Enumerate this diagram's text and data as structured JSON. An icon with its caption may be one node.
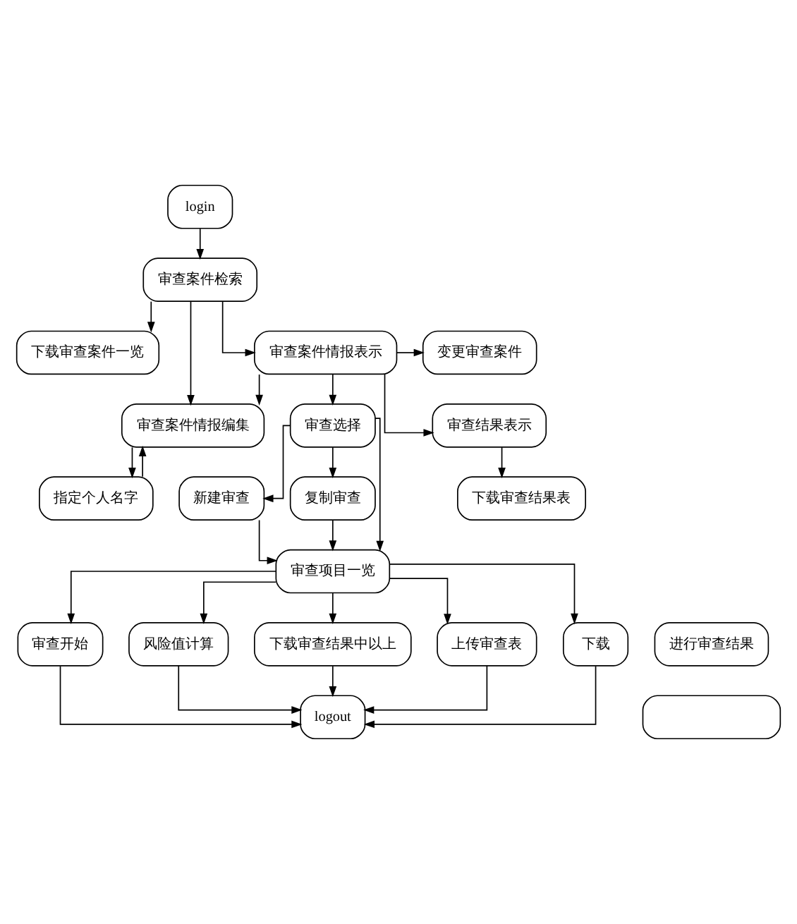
{
  "diagram": {
    "nodes": [
      {
        "text": [
          "login"
        ]
      },
      {
        "text": [
          "审查案件检索"
        ]
      },
      {
        "text": [
          "下载审查案件一览"
        ]
      },
      {
        "text": [
          "审查案件情报表示"
        ]
      },
      {
        "text": [
          "变更审查案件"
        ]
      },
      {
        "text": [
          "审查案件情报编集"
        ]
      },
      {
        "text": [
          "审查选择"
        ]
      },
      {
        "text": [
          "审查结果表示"
        ]
      },
      {
        "text": [
          "指定个人名字"
        ]
      },
      {
        "text": [
          "新建审查"
        ]
      },
      {
        "text": [
          "复制审查"
        ]
      },
      {
        "text": [
          "下载审查结果表"
        ]
      },
      {
        "text": [
          "审查项目一览"
        ]
      },
      {
        "text": [
          "审查开始"
        ]
      },
      {
        "text": [
          "风险值计算"
        ]
      },
      {
        "text": [
          "下载审查结果中以上"
        ]
      },
      {
        "text": [
          "上传审查表"
        ]
      },
      {
        "text": [
          "下载"
        ]
      },
      {
        "text": [
          "进行审查结果"
        ]
      },
      {
        "text": [
          "logout"
        ]
      },
      {
        "text": [],
        "shape": "box"
      }
    ],
    "edges": [
      {
        "from": 0,
        "to": 1,
        "arrow": "to"
      },
      {
        "from": 1,
        "to": 2,
        "arrow": "to"
      },
      {
        "from": 1,
        "to": 3,
        "arrow": "to"
      },
      {
        "from": 3,
        "to": 4,
        "arrow": "to"
      },
      {
        "from": 1,
        "to": 5,
        "arrow": "to"
      },
      {
        "from": 3,
        "to": 5,
        "arrow": "to"
      },
      {
        "from": 3,
        "to": 6,
        "arrow": "to"
      },
      {
        "from": 3,
        "to": 7,
        "arrow": "to"
      },
      {
        "from": 5,
        "to": 8,
        "arrow": "to"
      },
      {
        "from": 8,
        "to": 5,
        "arrow": "to"
      },
      {
        "from": 6,
        "to": 9,
        "arrow": "to"
      },
      {
        "from": 6,
        "to": 12,
        "arrow": "to"
      },
      {
        "from": 6,
        "to": 10,
        "arrow": "to"
      },
      {
        "from": 7,
        "to": 11,
        "arrow": "to"
      },
      {
        "from": 9,
        "to": 12,
        "arrow": "to"
      },
      {
        "from": 10,
        "to": 12,
        "arrow": "to"
      },
      {
        "from": 12,
        "to": 13,
        "arrow": "to"
      },
      {
        "from": 12,
        "to": 14,
        "arrow": "to"
      },
      {
        "from": 12,
        "to": 15,
        "arrow": "to"
      },
      {
        "from": 12,
        "to": 16,
        "arrow": "to"
      },
      {
        "from": 12,
        "to": 17,
        "arrow": "to"
      },
      {
        "from": 13,
        "to": 19,
        "arrow": "to"
      },
      {
        "from": 14,
        "to": 19,
        "arrow": "to"
      },
      {
        "from": 15,
        "to": 19,
        "arrow": "to"
      },
      {
        "from": 16,
        "to": 19,
        "arrow": "to"
      },
      {
        "from": 17,
        "to": 19,
        "arrow": "to"
      }
    ]
  }
}
